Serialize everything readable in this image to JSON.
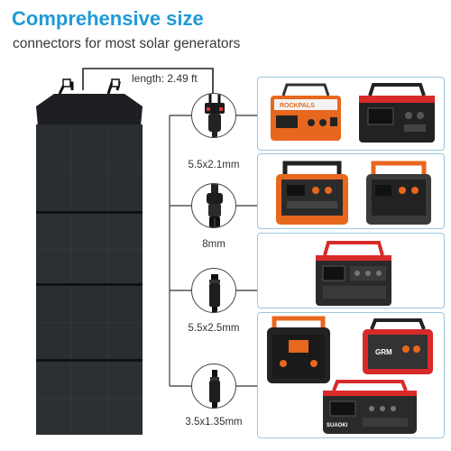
{
  "headline": "Comprehensive size",
  "subline": "connectors for most solar generators",
  "cable_length": "length: 2.49 ft",
  "connectors": [
    {
      "label": "5.5x2.1mm",
      "icon": "mc4-connector-icon"
    },
    {
      "label": "8mm",
      "icon": "anderson-8mm-connector-icon"
    },
    {
      "label": "5.5x2.5mm",
      "icon": "dc-barrel-connector-icon"
    },
    {
      "label": "3.5x1.35mm",
      "icon": "dc-barrel-connector-icon"
    }
  ],
  "brand_labels": [
    "ROCKPALS",
    "GRM",
    "SUAOKI"
  ],
  "colors": {
    "headline": "#1f9ad6",
    "box_border": "#9cc7dc",
    "panel": "#2b2f33",
    "generator_orange": "#e8671e",
    "generator_red": "#d92a2a",
    "generator_black": "#222222"
  }
}
